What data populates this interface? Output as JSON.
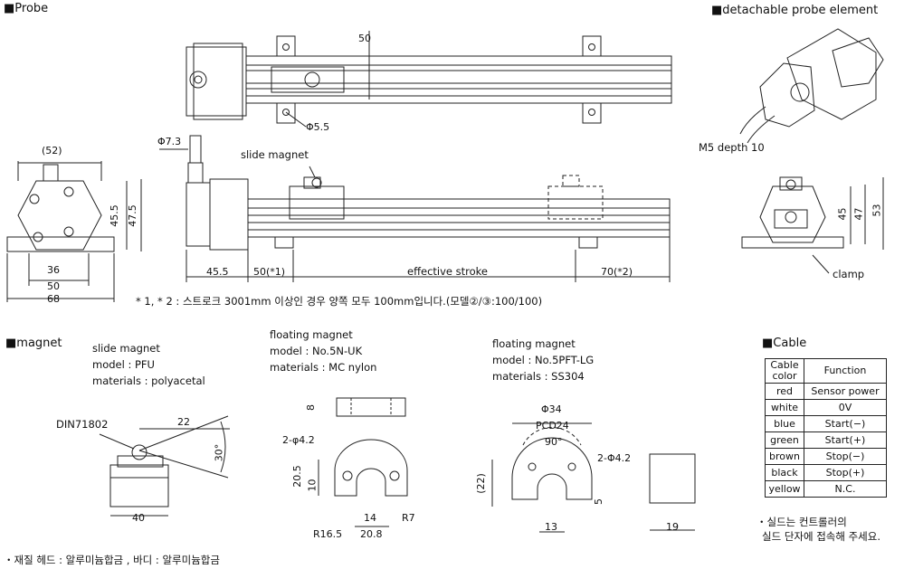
{
  "sections": {
    "probe": "■Probe",
    "detachable": "■detachable probe element",
    "magnet": "■magnet",
    "cable": "■Cable"
  },
  "probe_top": {
    "dim_50": "50",
    "hole": "Φ5.5"
  },
  "probe_side": {
    "cable_dia": "Φ7.3",
    "slide_magnet": "slide magnet",
    "dim_455": "45.5",
    "dim_50": "50(*1)",
    "stroke": "effective stroke",
    "dim_70": "70(*2)"
  },
  "probe_end": {
    "w52": "(52)",
    "w36": "36",
    "w50": "50",
    "w68": "68",
    "h455": "45.5",
    "h475": "47.5"
  },
  "detach": {
    "m5": "M5 depth 10",
    "h45": "45",
    "h47": "47",
    "h53": "53",
    "clamp": "clamp"
  },
  "note_stroke": "* 1, * 2 : 스트로크 3001mm 이상인 경우 양쪽 모두 100mm입니다.(모델②/③:100/100)",
  "slide": {
    "title": "slide magnet",
    "model": "model : PFU",
    "materials": "materials : polyacetal",
    "din": "DIN71802",
    "d22": "22",
    "angle": "30°",
    "d40": "40"
  },
  "float_uk": {
    "title": "floating magnet",
    "model": "model : No.5N-UK",
    "materials": "materials : MC nylon",
    "d8": "8",
    "holes": "2-φ4.2",
    "d205": "20.5",
    "d10": "10",
    "d14": "14",
    "r7": "R7",
    "r165": "R16.5",
    "d208": "20.8"
  },
  "float_lg": {
    "title": "floating magnet",
    "model": "model : No.5PFT-LG",
    "materials": "materials : SS304",
    "d34": "Φ34",
    "pcd": "PCD24",
    "angle": "90°",
    "holes": "2-Φ4.2",
    "d22": "(22)",
    "d5": "5",
    "d13": "13",
    "d19": "19"
  },
  "cable": {
    "header": [
      "Cable color",
      "Function"
    ],
    "rows": [
      [
        "red",
        "Sensor power"
      ],
      [
        "white",
        "0V"
      ],
      [
        "blue",
        "Start(−)"
      ],
      [
        "green",
        "Start(+)"
      ],
      [
        "brown",
        "Stop(−)"
      ],
      [
        "black",
        "Stop(+)"
      ],
      [
        "yellow",
        "N.C."
      ]
    ]
  },
  "shield_note": {
    "line1": "・실드는 컨트롤러의",
    "line2": "실드 단자에 접속해 주세요."
  },
  "material_note": "・재질 헤드 : 알루미늄합금 , 바디 : 알루미늄합금"
}
